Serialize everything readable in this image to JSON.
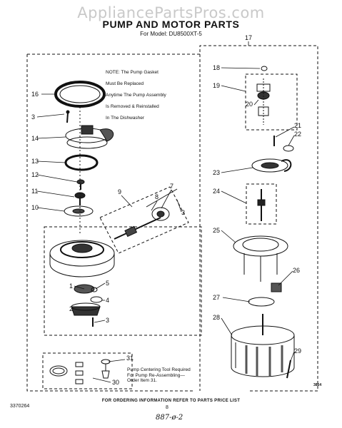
{
  "watermark": "AppliancePartsPros.com",
  "header": {
    "title": "PUMP AND MOTOR PARTS",
    "subtitle": "For Model: DU8500XT-5"
  },
  "note": [
    "NOTE: The Pump Gasket",
    "Must Be Replaced",
    "Anytime The Pump Assembly",
    "Is Removed & Reinstalled",
    "In The Dishwasher"
  ],
  "centering_note": [
    "Pump Centering Tool Required",
    "For Pump Re-Assembling—",
    "Order Item 31."
  ],
  "callouts": {
    "c1": "1",
    "c2": "2",
    "c3": "3",
    "c4": "4",
    "c5": "5",
    "c7": "7",
    "c8": "8",
    "c9": "9",
    "c10": "10",
    "c11": "11",
    "c12": "12",
    "c13": "13",
    "c14": "14",
    "c16": "16",
    "c17": "17",
    "c18": "18",
    "c19": "19",
    "c20": "20",
    "c21": "21",
    "c22": "22",
    "c23": "23",
    "c24": "24",
    "c25": "25",
    "c26": "26",
    "c27": "27",
    "c28": "28",
    "c29": "29",
    "c30": "30",
    "c31": "31",
    "c3b": "3",
    "c3c": "3"
  },
  "footer": {
    "order_info": "FOR ORDERING INFORMATION REFER TO PARTS PRICE LIST",
    "doc_number": "3370264",
    "page_number": "8",
    "handwritten": "887-ø-2",
    "figure_code": "3864"
  }
}
